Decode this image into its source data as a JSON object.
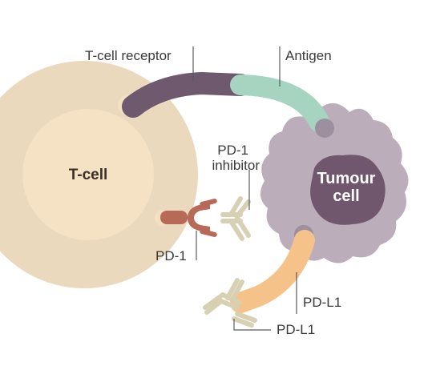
{
  "labels": {
    "t_cell_receptor": "T-cell receptor",
    "antigen": "Antigen",
    "pd1_inhibitor_line1": "PD-1",
    "pd1_inhibitor_line2": "inhibitor",
    "pd1": "PD-1",
    "pd_l1_ligand": "PD-L1",
    "pd_l1_bottom": "PD-L1"
  },
  "cells": {
    "t_cell": "T-cell",
    "tumour_line1": "Tumour",
    "tumour_line2": "cell"
  },
  "colors": {
    "t_cell_outer": "#EBD9BE",
    "t_cell_inner": "#F5E1C4",
    "t_cell_text": "#3B3027",
    "tumour_outer": "#BCADBB",
    "tumour_inner": "#70576D",
    "tumour_text": "#FFFFFF",
    "receptor": "#6E596E",
    "antigen": "#A7D4C0",
    "pd1": "#B76A58",
    "antibody": "#D8D0B2",
    "pd_l1": "#F5C38A",
    "leader": "#5A5A5A"
  }
}
